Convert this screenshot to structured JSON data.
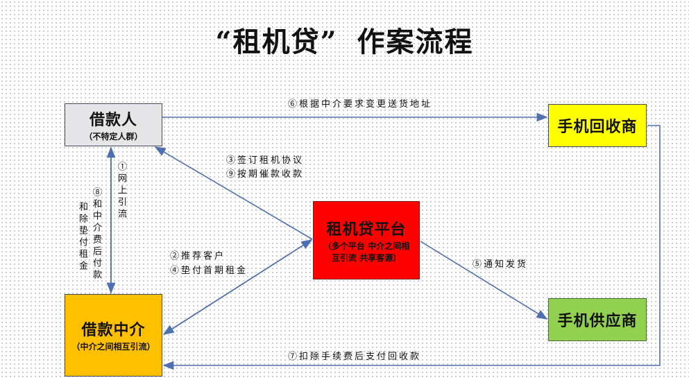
{
  "title": {
    "quoted": "“租机贷”",
    "rest": "作案流程"
  },
  "nodes": {
    "borrower": {
      "main": "借款人",
      "sub": "（不特定人群）",
      "color": "#e6e6e8"
    },
    "recycler": {
      "main": "手机回收商",
      "color": "#ffff00"
    },
    "platform": {
      "main": "租机贷平台",
      "sub": "（多个平台 中介之间相互引流 共享客源）",
      "color": "#ff0000"
    },
    "agent": {
      "main": "借款中介",
      "sub": "（中介之间相互引流）",
      "color": "#ffc000"
    },
    "supplier": {
      "main": "手机供应商",
      "color": "#92d050"
    }
  },
  "edges": {
    "e1": "①网上引流",
    "e2": "②推荐客户",
    "e3": "③签订租机协议",
    "e4": "④垫付首期租金",
    "e5": "⑤通知发货",
    "e6": "⑥根据中介要求变更送货地址",
    "e7": "⑦扣除手续费后支付回收款",
    "e8_col1": "⑧和中介费后付款",
    "e8_col2": "和除垫付租金",
    "e9": "⑨按期催款收款"
  },
  "colors": {
    "arrow": "#4f6fb0"
  }
}
